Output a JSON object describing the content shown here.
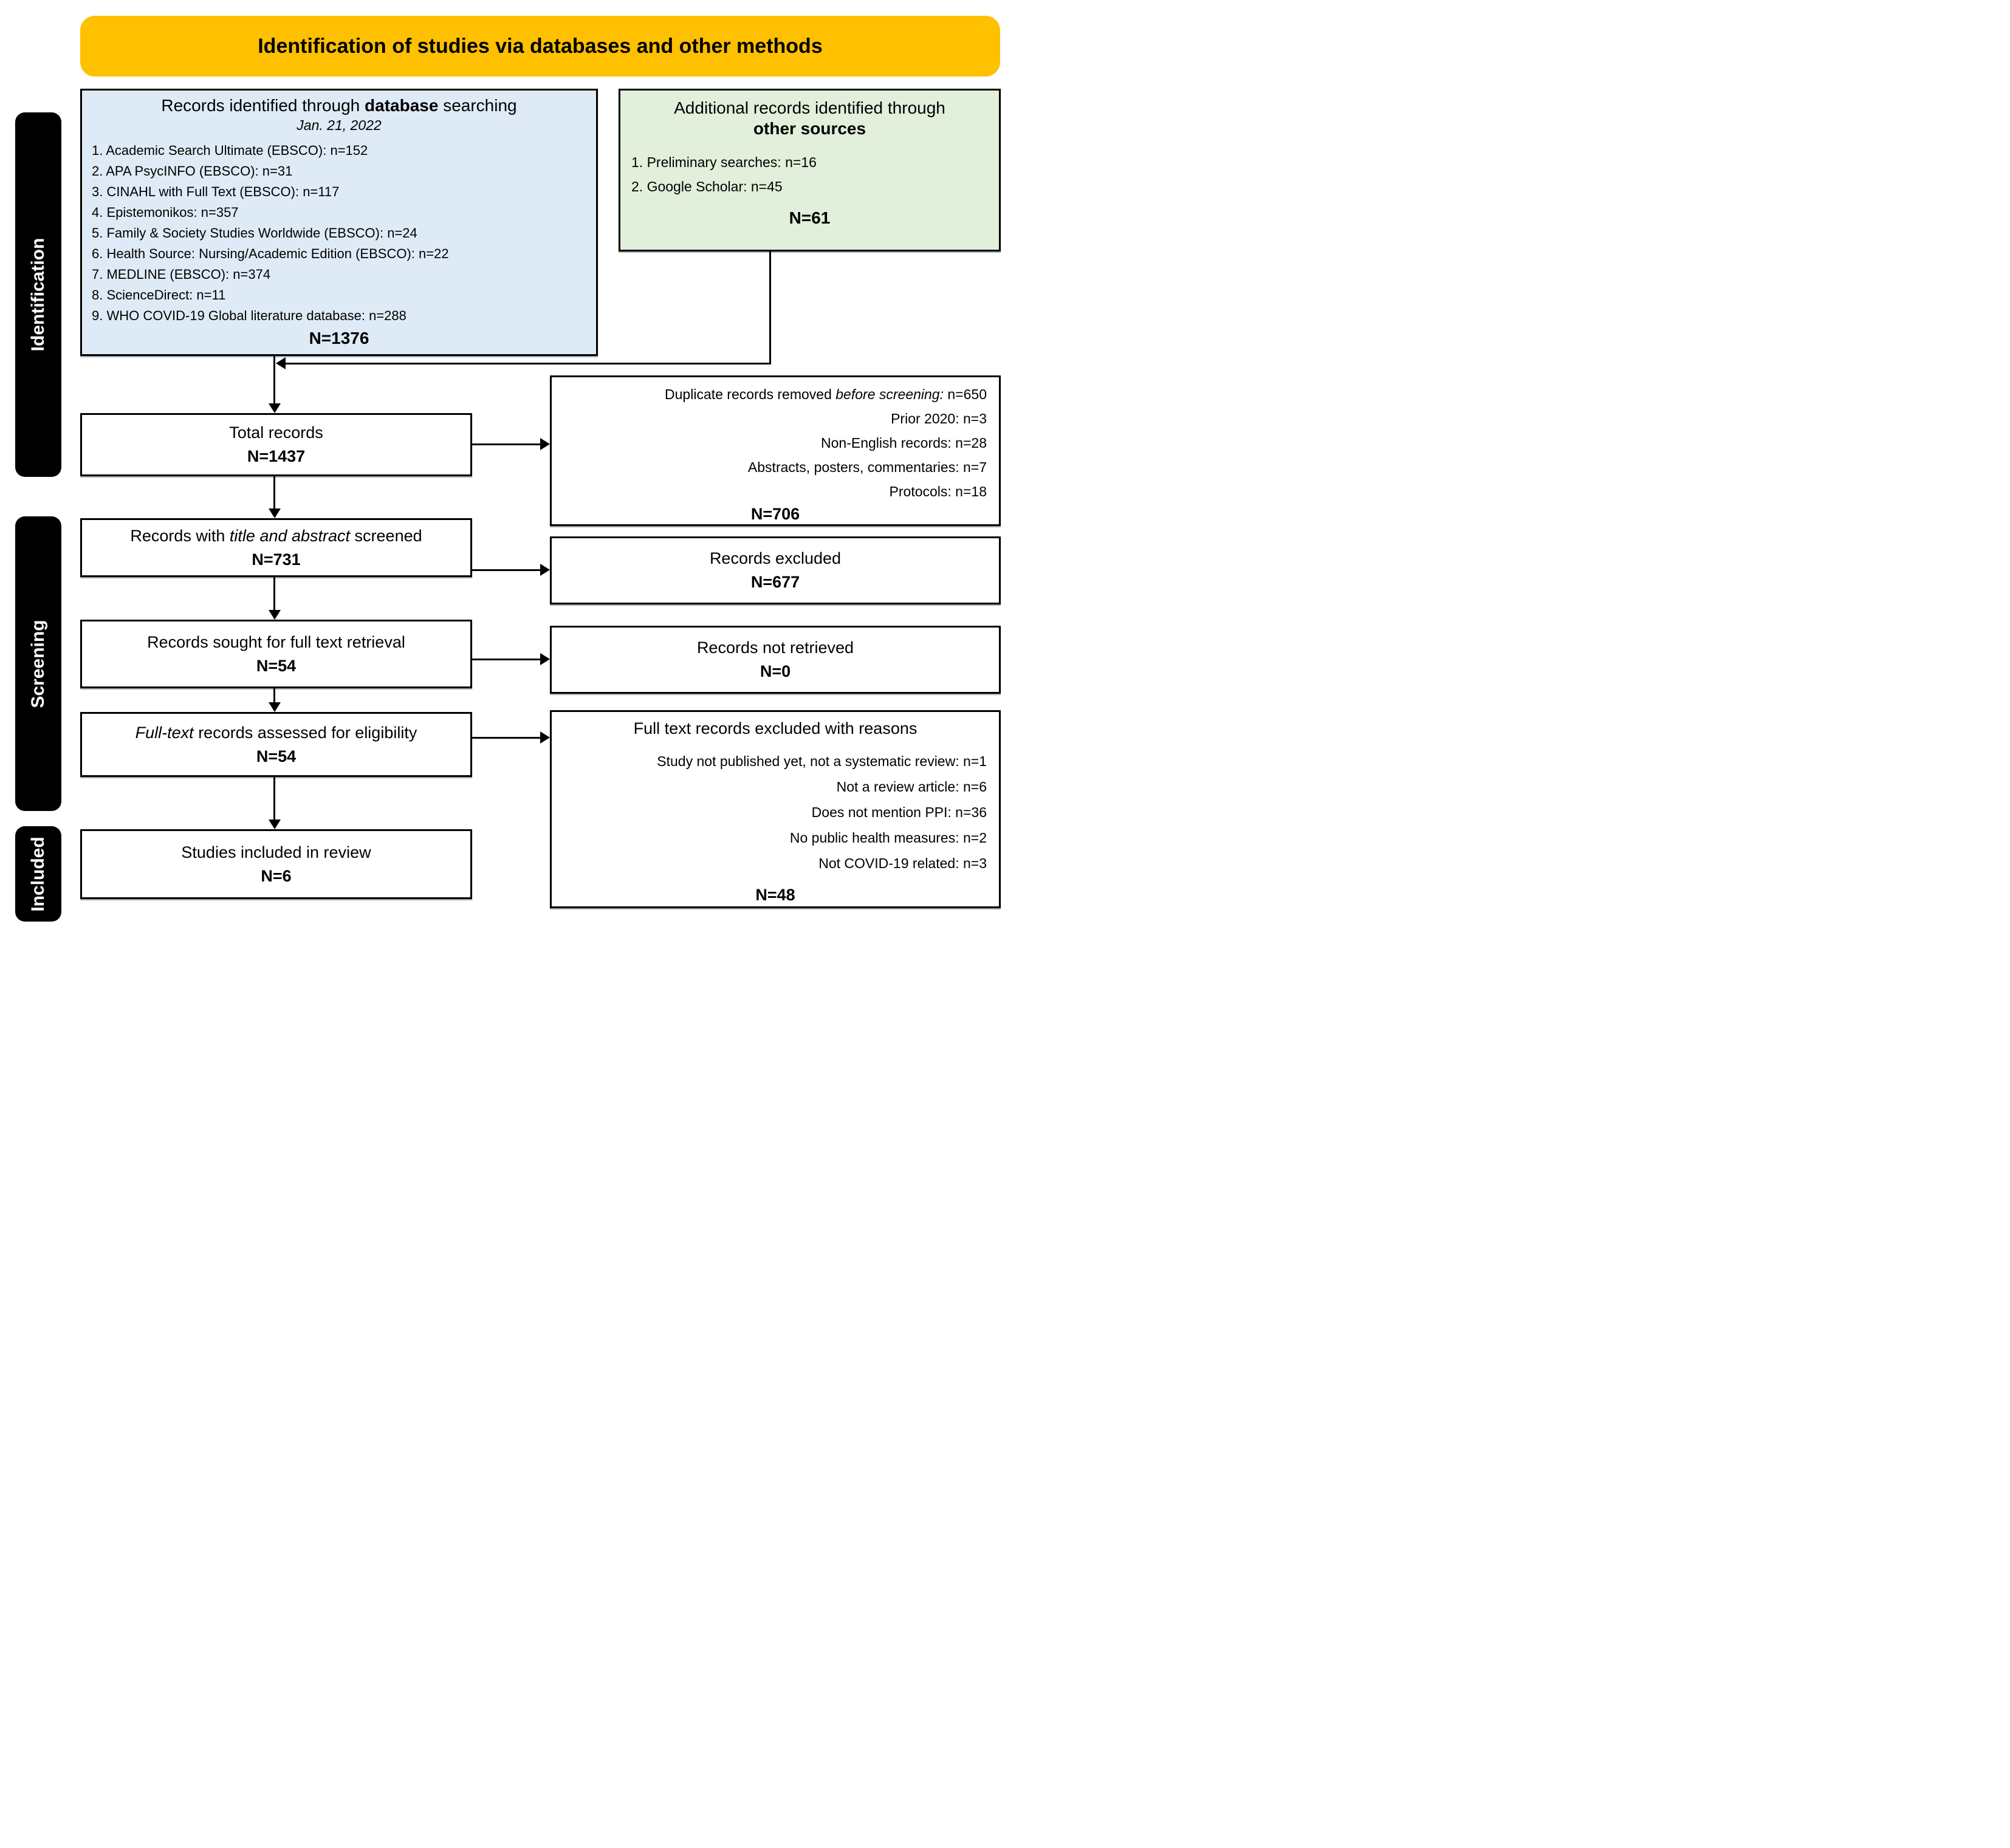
{
  "title": "Identification of studies via databases and other methods",
  "sidebar": {
    "identification": "Identification",
    "screening": "Screening",
    "included": "Included"
  },
  "database_box": {
    "header_prefix": "Records identified through ",
    "header_bold": "database",
    "header_suffix": " searching",
    "date": "Jan. 21, 2022",
    "items": [
      "1. Academic Search Ultimate (EBSCO): n=152",
      "2. APA PsycINFO (EBSCO): n=31",
      "3. CINAHL with Full Text (EBSCO): n=117",
      "4. Epistemonikos: n=357",
      "5. Family & Society Studies Worldwide (EBSCO): n=24",
      "6. Health Source: Nursing/Academic Edition (EBSCO): n=22",
      "7. MEDLINE (EBSCO): n=374",
      "8. ScienceDirect: n=11",
      "9. WHO COVID-19 Global literature database: n=288"
    ],
    "total": "N=1376"
  },
  "other_sources_box": {
    "header_line1": "Additional records identified through",
    "header_line2": "other sources",
    "items": [
      "1. Preliminary searches: n=16",
      "2. Google Scholar: n=45"
    ],
    "total": "N=61"
  },
  "total_records_box": {
    "label": "Total records",
    "total": "N=1437"
  },
  "duplicates_box": {
    "line1_prefix": "Duplicate records removed ",
    "line1_italic": "before screening:",
    "line1_suffix": " n=650",
    "items": [
      "Prior 2020: n=3",
      "Non-English records: n=28",
      "Abstracts, posters, commentaries: n=7",
      "Protocols: n=18"
    ],
    "total": "N=706"
  },
  "screened_box": {
    "prefix": "Records with ",
    "italic": "title and abstract",
    "suffix": " screened",
    "total": "N=731"
  },
  "excluded_box": {
    "label": "Records excluded",
    "total": "N=677"
  },
  "sought_box": {
    "label": "Records sought for full text retrieval",
    "total": "N=54"
  },
  "not_retrieved_box": {
    "label": "Records not retrieved",
    "total": "N=0"
  },
  "fulltext_box": {
    "italic": "Full-text",
    "suffix": " records assessed for eligibility",
    "total": "N=54"
  },
  "reasons_box": {
    "header": "Full text records excluded with reasons",
    "items": [
      "Study not published yet, not a systematic review: n=1",
      "Not a review article: n=6",
      "Does not mention PPI: n=36",
      "No public health measures: n=2",
      "Not COVID-19 related: n=3"
    ],
    "total": "N=48"
  },
  "included_box": {
    "label": "Studies included in review",
    "total": "N=6"
  },
  "colors": {
    "header_bg": "#FFC000",
    "database_bg": "#DEEBF7",
    "other_sources_bg": "#E2EFDA",
    "stage_bg": "#000000"
  }
}
